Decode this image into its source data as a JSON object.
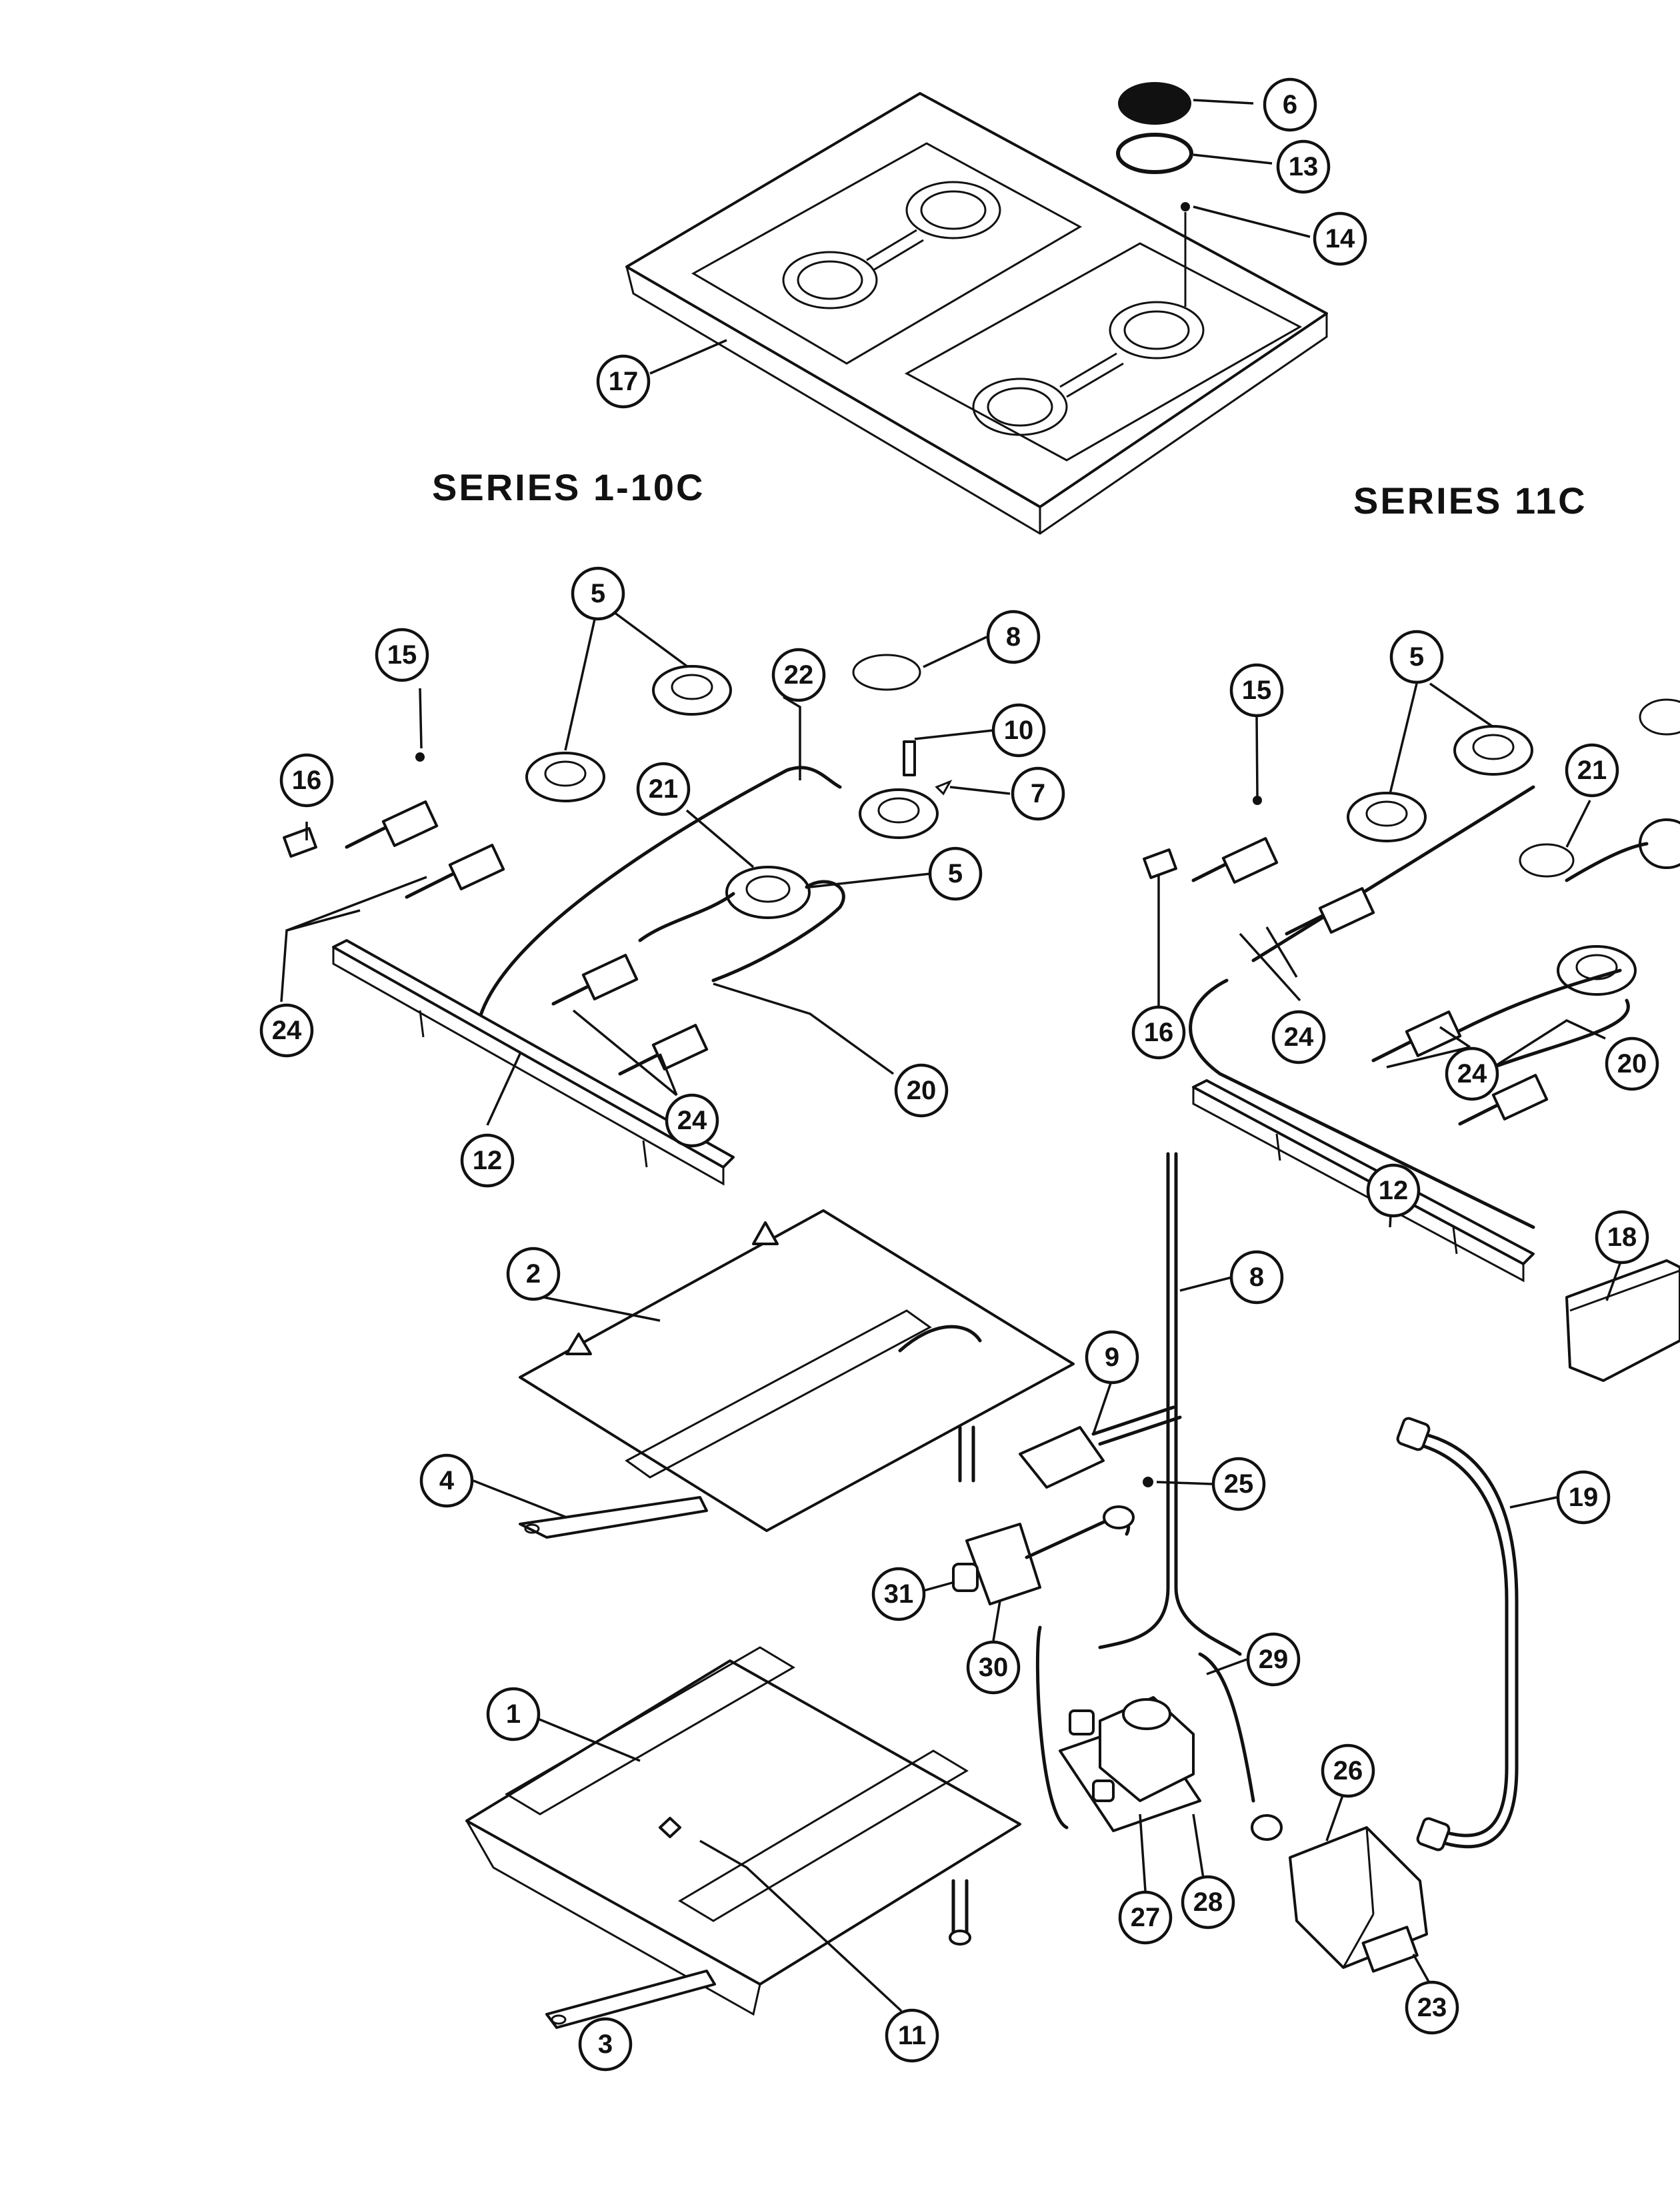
{
  "series": {
    "left": "SERIES 1-10C",
    "right": "SERIES 11C"
  },
  "callouts": [
    {
      "id": "c6",
      "label": "6"
    },
    {
      "id": "c13",
      "label": "13"
    },
    {
      "id": "c14",
      "label": "14"
    },
    {
      "id": "c17",
      "label": "17"
    },
    {
      "id": "c5a",
      "label": "5"
    },
    {
      "id": "c8a",
      "label": "8"
    },
    {
      "id": "c15a",
      "label": "15"
    },
    {
      "id": "c22",
      "label": "22"
    },
    {
      "id": "c10",
      "label": "10"
    },
    {
      "id": "c16a",
      "label": "16"
    },
    {
      "id": "c21a",
      "label": "21"
    },
    {
      "id": "c7",
      "label": "7"
    },
    {
      "id": "c5b",
      "label": "5"
    },
    {
      "id": "c24a",
      "label": "24"
    },
    {
      "id": "c20a",
      "label": "20"
    },
    {
      "id": "c24b",
      "label": "24"
    },
    {
      "id": "c12a",
      "label": "12"
    },
    {
      "id": "c15b",
      "label": "15"
    },
    {
      "id": "c5c",
      "label": "5"
    },
    {
      "id": "c21b",
      "label": "21"
    },
    {
      "id": "c24c",
      "label": "24"
    },
    {
      "id": "c16b",
      "label": "16"
    },
    {
      "id": "c20b",
      "label": "20"
    },
    {
      "id": "c24d",
      "label": "24"
    },
    {
      "id": "c12b",
      "label": "12"
    },
    {
      "id": "c18",
      "label": "18"
    },
    {
      "id": "c2",
      "label": "2"
    },
    {
      "id": "c8b",
      "label": "8"
    },
    {
      "id": "c9",
      "label": "9"
    },
    {
      "id": "c4",
      "label": "4"
    },
    {
      "id": "c25",
      "label": "25"
    },
    {
      "id": "c19",
      "label": "19"
    },
    {
      "id": "c31",
      "label": "31"
    },
    {
      "id": "c30",
      "label": "30"
    },
    {
      "id": "c29",
      "label": "29"
    },
    {
      "id": "c1",
      "label": "1"
    },
    {
      "id": "c26",
      "label": "26"
    },
    {
      "id": "c27",
      "label": "27"
    },
    {
      "id": "c28",
      "label": "28"
    },
    {
      "id": "c23",
      "label": "23"
    },
    {
      "id": "c11",
      "label": "11"
    },
    {
      "id": "c3",
      "label": "3"
    }
  ]
}
